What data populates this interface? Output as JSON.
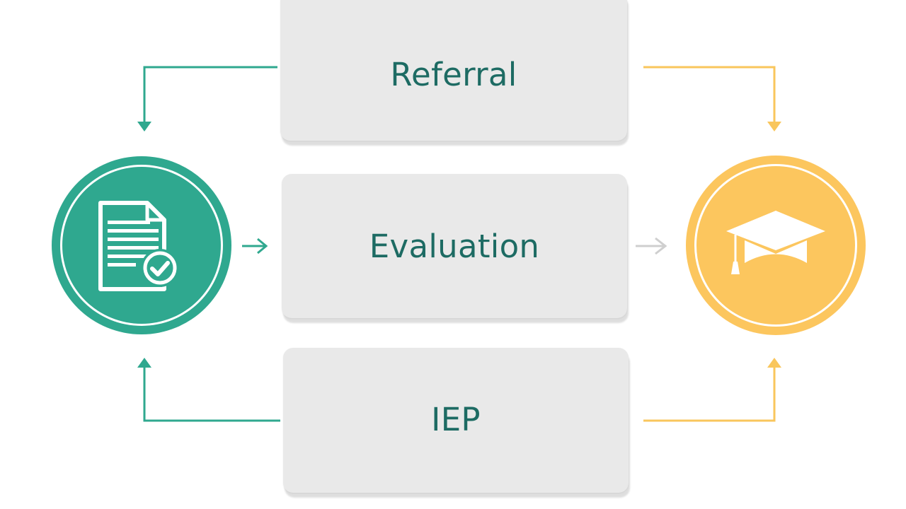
{
  "diagram": {
    "steps": [
      {
        "label": "Referral"
      },
      {
        "label": "Evaluation"
      },
      {
        "label": "IEP"
      }
    ],
    "nodes": {
      "left": {
        "icon": "document-check-icon",
        "color": "#2fa88f"
      },
      "right": {
        "icon": "graduation-cap-icon",
        "color": "#fcc65e"
      }
    },
    "colors": {
      "green_connector": "#2fa88f",
      "yellow_connector": "#f9c65c",
      "gray_arrow": "#cfcfcf",
      "box_fill": "#e9e9e9",
      "label_text": "#1d6b63"
    }
  }
}
